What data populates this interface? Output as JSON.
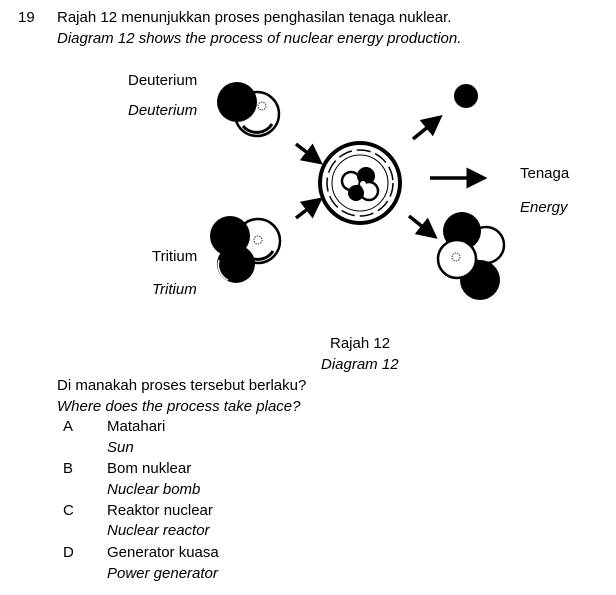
{
  "question": {
    "number": "19",
    "stem_ms": "Rajah 12 menunjukkan proses penghasilan tenaga nuklear.",
    "stem_en": "Diagram 12 shows the process of nuclear energy production."
  },
  "diagram": {
    "labels": {
      "deuterium_ms": "Deuterium",
      "deuterium_en": "Deuterium",
      "tritium_ms": "Tritium",
      "tritium_en": "Tritium",
      "energy_ms": "Tenaga",
      "energy_en": "Energy"
    },
    "caption_ms": "Rajah 12",
    "caption_en": "Diagram 12"
  },
  "prompt": {
    "ms": "Di manakah proses tersebut berlaku?",
    "en": "Where does the process take place?"
  },
  "options": [
    {
      "letter": "A",
      "ms": "Matahari",
      "en": "Sun"
    },
    {
      "letter": "B",
      "ms": "Bom nuklear",
      "en": "Nuclear bomb"
    },
    {
      "letter": "C",
      "ms": "Reaktor nuclear",
      "en": "Nuclear reactor"
    },
    {
      "letter": "D",
      "ms": "Generator kuasa",
      "en": "Power generator"
    }
  ]
}
